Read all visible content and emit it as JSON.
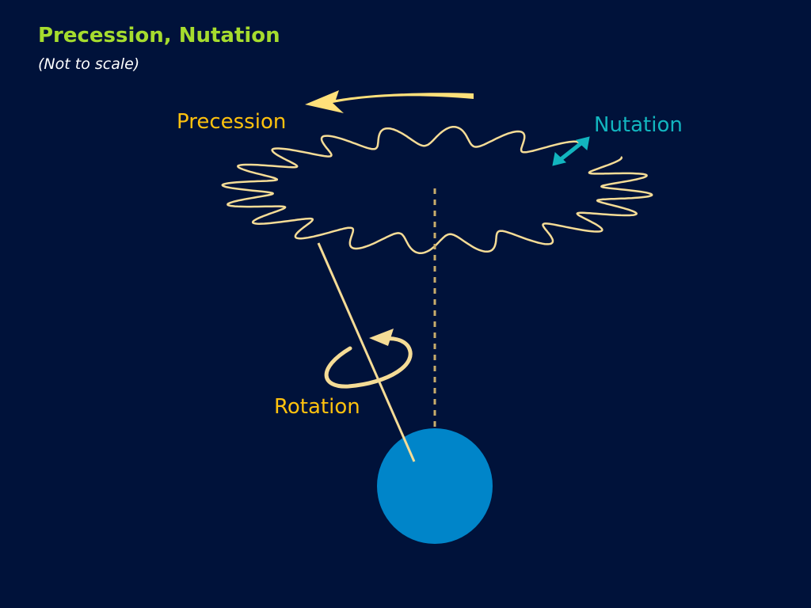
{
  "title": "Precession, Nutation",
  "subtitle": "(Not to scale)",
  "labels": {
    "precession": "Precession",
    "nutation": "Nutation",
    "rotation": "Rotation"
  },
  "colors": {
    "background": "#00123a",
    "title": "#a6dc2e",
    "label": "#ffc20e",
    "nutation": "#12b5bf",
    "path": "#f5dc96",
    "earth": "#0085c9",
    "arrow": "#ffe07a"
  }
}
